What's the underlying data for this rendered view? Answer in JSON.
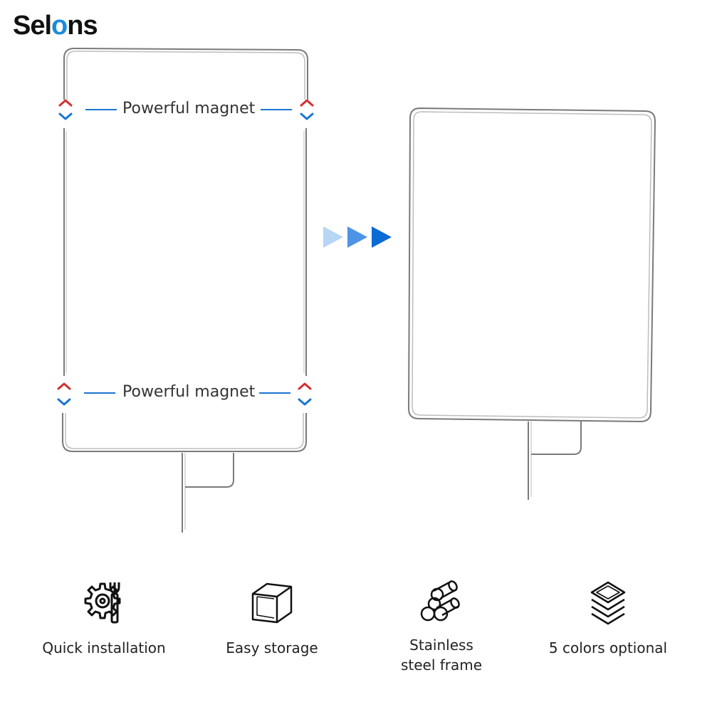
{
  "brand": {
    "logo_text_start": "Sel",
    "logo_text_mark": "o",
    "logo_text_end": "ns",
    "accent_color": "#1a8cd8"
  },
  "magnets": {
    "top_label": "Powerful magnet",
    "bottom_label": "Powerful magnet",
    "arrow_up_color": "#d32f2f",
    "arrow_down_color": "#1976d2"
  },
  "transition_arrows": {
    "colors": [
      "#b7d5f5",
      "#4d94e6",
      "#0a6ad6"
    ]
  },
  "features": [
    {
      "icon": "gear-wrench-icon",
      "label_lines": [
        "Quick installation"
      ]
    },
    {
      "icon": "cube-icon",
      "label_lines": [
        "Easy storage"
      ]
    },
    {
      "icon": "steel-pipes-icon",
      "label_lines": [
        "Stainless",
        "steel frame"
      ]
    },
    {
      "icon": "layers-icon",
      "label_lines": [
        "5 colors optional"
      ]
    }
  ]
}
